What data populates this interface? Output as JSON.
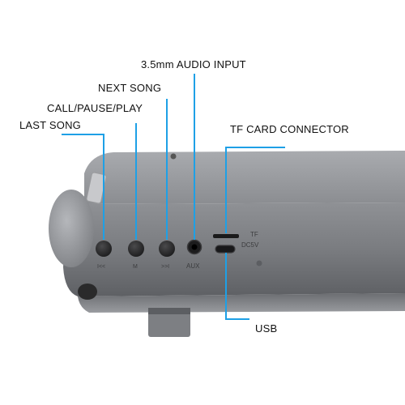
{
  "callouts": {
    "last_song": "LAST SONG",
    "call_pause_play": "CALL/PAUSE/PLAY",
    "next_song": "NEXT SONG",
    "audio_input": "3.5mm AUDIO INPUT",
    "tf_card": "TF CARD CONNECTOR",
    "usb": "USB"
  },
  "device_markings": {
    "btn1": "I<<",
    "btn2": "M",
    "btn3": ">>I",
    "aux": "AUX",
    "tf": "TF",
    "dc": "DC5V"
  },
  "colors": {
    "callout_line": "#1ea0e6",
    "body": "#7b7d82",
    "text": "#111111"
  }
}
